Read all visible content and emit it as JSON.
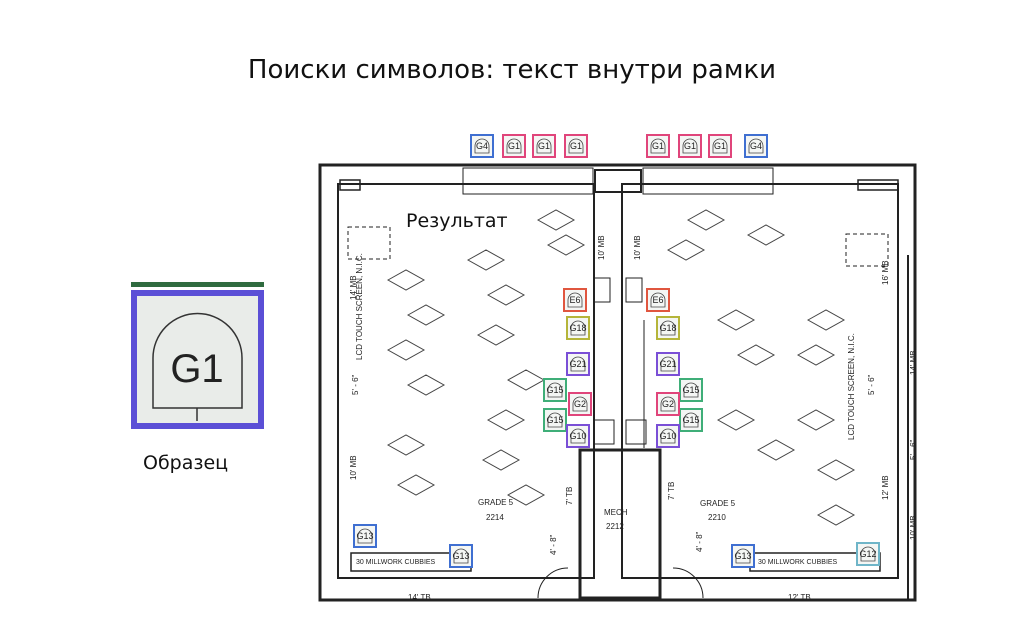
{
  "title": "Поиски символов: текст внутри рамки",
  "sample": {
    "label": "Образец",
    "symbol_text": "G1",
    "frame_color": "#5b4fd6",
    "bar_color": "#2f6b3f"
  },
  "result_label": "Результат",
  "colors": {
    "g1": "#e0457b",
    "g4": "#3f6fd1",
    "e6": "#e0563f",
    "g18": "#b5b53a",
    "g21": "#7a4fd6",
    "g15": "#3fae78",
    "g2": "#e0457b",
    "g10": "#7a4fd6",
    "g13": "#3f6fd1",
    "g12": "#6fb5c8"
  },
  "plan_labels": {
    "room_left": "GRADE 5",
    "room_left_num": "2214",
    "room_right": "GRADE 5",
    "room_right_num": "2210",
    "mech": "MECH",
    "mech_num": "2212",
    "cubbies_left": "30 MILLWORK CUBBIES",
    "cubbies_right": "30 MILLWORK CUBBIES",
    "mb_10_left": "10' MB",
    "mb_10_right": "10' MB",
    "mb_14_left": "14' MB",
    "mb_16_right": "16' MB",
    "mb_10_lower_left": "10' MB",
    "mb_12_right": "12' MB",
    "lcd_left": "LCD TOUCH SCREEN, N.I.C.",
    "lcd_right": "LCD TOUCH SCREEN, N.I.C.",
    "dim_5_6_left": "5' - 6\"",
    "dim_5_6_right": "5' - 6\"",
    "dim_4_8_left": "4' - 8\"",
    "dim_4_8_right": "4' - 8\"",
    "tb_7_left": "7' TB",
    "tb_7_right": "7' TB",
    "tb_14": "14' TB",
    "tb_12": "12' TB",
    "mb_14_far": "14' MB",
    "mb_5_6_far": "5' - 6\"",
    "mb_10_far": "10' MB"
  },
  "symbols": [
    {
      "text": "G4",
      "color": "g4"
    },
    {
      "text": "G1",
      "color": "g1"
    },
    {
      "text": "G1",
      "color": "g1"
    },
    {
      "text": "G1",
      "color": "g1"
    },
    {
      "text": "G1",
      "color": "g1"
    },
    {
      "text": "G1",
      "color": "g1"
    },
    {
      "text": "G1",
      "color": "g1"
    },
    {
      "text": "G4",
      "color": "g4"
    },
    {
      "text": "E6",
      "color": "e6"
    },
    {
      "text": "E6",
      "color": "e6"
    },
    {
      "text": "G18",
      "color": "g18"
    },
    {
      "text": "G18",
      "color": "g18"
    },
    {
      "text": "G21",
      "color": "g21"
    },
    {
      "text": "G21",
      "color": "g21"
    },
    {
      "text": "G15",
      "color": "g15"
    },
    {
      "text": "G15",
      "color": "g15"
    },
    {
      "text": "G15",
      "color": "g15"
    },
    {
      "text": "G15",
      "color": "g15"
    },
    {
      "text": "G2",
      "color": "g2"
    },
    {
      "text": "G2",
      "color": "g2"
    },
    {
      "text": "G10",
      "color": "g10"
    },
    {
      "text": "G10",
      "color": "g10"
    },
    {
      "text": "G13",
      "color": "g13"
    },
    {
      "text": "G13",
      "color": "g13"
    },
    {
      "text": "G13",
      "color": "g13"
    },
    {
      "text": "G12",
      "color": "g12"
    }
  ]
}
